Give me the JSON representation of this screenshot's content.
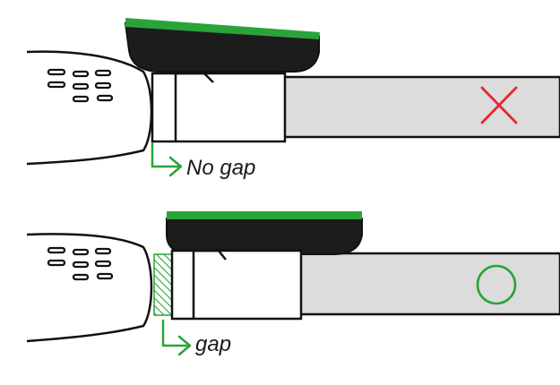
{
  "diagram": {
    "panels": [
      {
        "label": "No gap",
        "verdict_symbol": "cross-mark",
        "verdict_color": "#e8262f",
        "device_accent_color": "#2aa339"
      },
      {
        "label": "gap",
        "verdict_symbol": "circle-mark",
        "verdict_color": "#2aa339",
        "device_accent_color": "#2aa339"
      }
    ],
    "colors": {
      "outline": "#111111",
      "strap_fill": "#dcdcdc",
      "device_body": "#1c1c1c",
      "arrow": "#2aa339",
      "hatch": "#2aa339"
    }
  }
}
